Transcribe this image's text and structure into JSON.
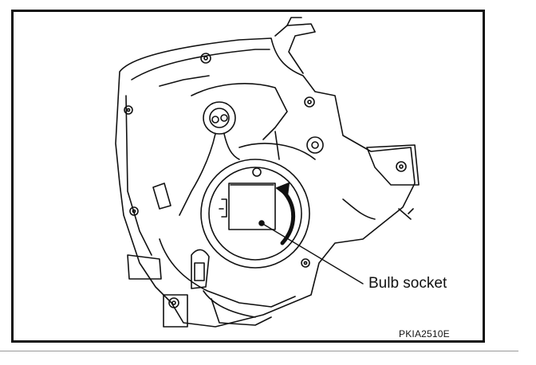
{
  "figure": {
    "callout_label": "Bulb socket",
    "figure_code": "PKIA2510E",
    "line_color": "#111111",
    "background": "#ffffff"
  },
  "icons": [
    "rotation-arrow-icon",
    "screw-icon",
    "leader-line"
  ]
}
